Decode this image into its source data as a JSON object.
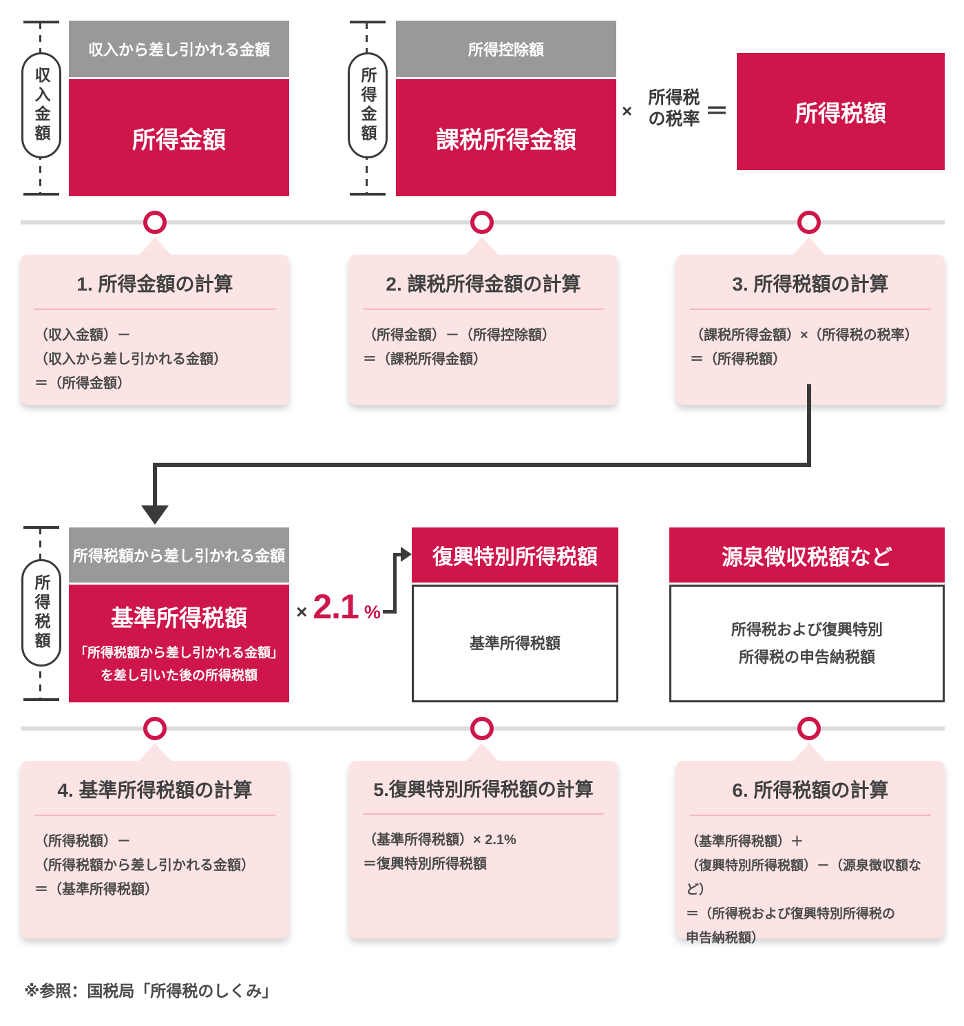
{
  "colors": {
    "crimson": "#CE164B",
    "gray_header": "#999999",
    "card_pink": "#FCE4E4",
    "divider_pink": "#F3B7C7",
    "line_dark": "#3A3A3A",
    "timeline_gray": "#DCDCDC"
  },
  "flow1": {
    "bracket_label": "収入金額",
    "deduction_header": "収入から差し引かれる金額",
    "income_box": "所得金額",
    "bracket_label_2": "所得金額",
    "deduction_header_2": "所得控除額",
    "taxable_income_box": "課税所得金額",
    "multiply_sign": "×",
    "rate_line1": "所得税",
    "rate_line2": "の税率",
    "equals_sign": "＝",
    "income_tax_box": "所得税額"
  },
  "steps": [
    {
      "title": "1. 所得金額の計算",
      "lines": [
        "（収入金額）－",
        "（収入から差し引かれる金額）",
        "＝（所得金額）"
      ]
    },
    {
      "title": "2. 課税所得金額の計算",
      "lines": [
        "（所得金額）－（所得控除額）",
        "＝（課税所得金額）"
      ]
    },
    {
      "title": "3. 所得税額の計算",
      "lines": [
        "（課税所得金額）×（所得税の税率）",
        "＝（所得税額）"
      ]
    },
    {
      "title": "4. 基準所得税額の計算",
      "lines": [
        "（所得税額）－",
        "（所得税額から差し引かれる金額）",
        "＝（基準所得税額）"
      ]
    },
    {
      "title": "5.復興特別所得税額の計算",
      "lines": [
        "（基準所得税額）× 2.1%",
        "＝復興特別所得税額"
      ]
    },
    {
      "title": "6. 所得税額の計算",
      "lines": [
        "（基準所得税額）＋",
        "（復興特別所得税額）－（源泉徴収額など）",
        "＝（所得税および復興特別所得税の",
        "申告納税額）"
      ]
    }
  ],
  "flow2": {
    "bracket_label": "所得税額",
    "deduction_header": "所得税額から差し引かれる金額",
    "base_tax_title": "基準所得税額",
    "base_tax_note1": "「所得税額から差し引かれる金額」",
    "base_tax_note2": "を差し引いた後の所得税額",
    "multiply_sign": "×",
    "rate_value": "2.1",
    "percent_sign": "%",
    "special_tax_header": "復興特別所得税額",
    "special_tax_body": "基準所得税額",
    "withholding_header": "源泉徴収税額など",
    "withholding_body_line1": "所得税および復興特別",
    "withholding_body_line2": "所得税の申告納税額"
  },
  "footnote": "※参照：国税局「所得税のしくみ」"
}
